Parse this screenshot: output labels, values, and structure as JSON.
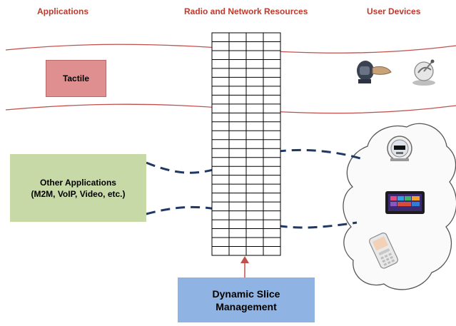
{
  "headers": {
    "applications": "Applications",
    "radio": "Radio and Network Resources",
    "devices": "User Devices"
  },
  "tactile": {
    "label": "Tactile"
  },
  "other_apps": {
    "line1": "Other Applications",
    "line2": "(M2M, VoIP, Video, etc.)"
  },
  "slice_mgmt": {
    "line1": "Dynamic Slice",
    "line2": "Management"
  },
  "colors": {
    "header_text": "#c0392b",
    "wavy_band": "#c0504d",
    "tactile_fill": "#df8f8f",
    "other_fill": "#c6d9a6",
    "slice_fill": "#8fb3e3",
    "dashed_link": "#1f3864"
  },
  "grid": {
    "columns": 4,
    "rows": 25
  },
  "devices": {
    "tactile_group": [
      "haptic-glove-icon",
      "haptic-arm-icon"
    ],
    "cloud_group": [
      "smart-meter-icon",
      "tablet-icon",
      "mobile-phone-icon"
    ]
  }
}
